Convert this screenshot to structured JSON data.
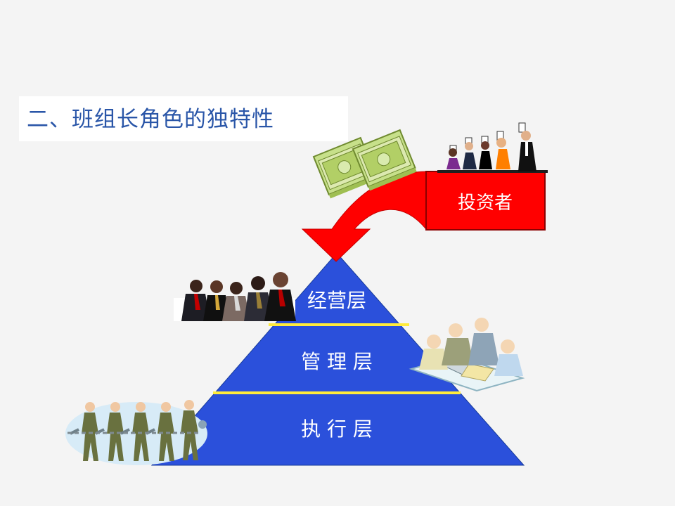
{
  "title": "二、班组长角色的独特性",
  "investor": {
    "label": "投资者"
  },
  "layers": [
    {
      "label": "经营层"
    },
    {
      "label": "管 理 层"
    },
    {
      "label": "执 行 层"
    }
  ],
  "colors": {
    "title_text": "#2a56a8",
    "pyramid": "#2b50db",
    "divider": "#ffeb3b",
    "investor_box": "#ff0000",
    "arrow": "#ff0000",
    "background": "#f4f4f4"
  },
  "icons": {
    "money": "money-stack-icon",
    "investors": "investors-group-icon",
    "executives": "executives-group-icon",
    "managers": "managers-meeting-icon",
    "workers": "workers-chain-icon"
  }
}
